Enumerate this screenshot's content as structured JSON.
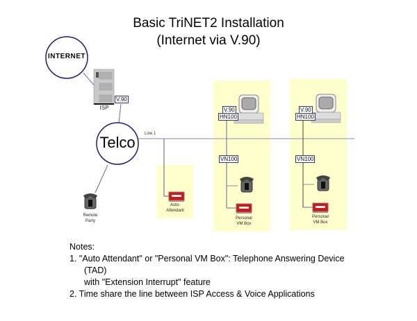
{
  "title": {
    "line1": "Basic TriNET2 Installation",
    "line2": "(Internet via V.90)"
  },
  "nodes": {
    "internet": "INTERNET",
    "telco": "Telco",
    "isp": "ISP",
    "line_label": "Line 1",
    "remote_party": [
      "Remote",
      "Party"
    ],
    "auto_attendant": [
      "Auto-",
      "Attendant"
    ],
    "personal_vm_box": [
      "Personal",
      "VM Box"
    ]
  },
  "tags": {
    "v90": "V.90",
    "hn100": "HN100",
    "vn100": "VN100"
  },
  "notes": {
    "heading": "Notes:",
    "items": [
      "1. \"Auto Attendant\" or \"Personal VM Box\": Telephone Answering Device",
      "(TAD)",
      "with \"Extension Interrupt\" feature",
      "2. Time share the line between ISP Access & Voice Applications"
    ]
  },
  "colors": {
    "circle_stroke": "#1a1a7a",
    "line": "#6666aa",
    "zone": "#ffffcc",
    "tad_red": "#dd1111"
  }
}
